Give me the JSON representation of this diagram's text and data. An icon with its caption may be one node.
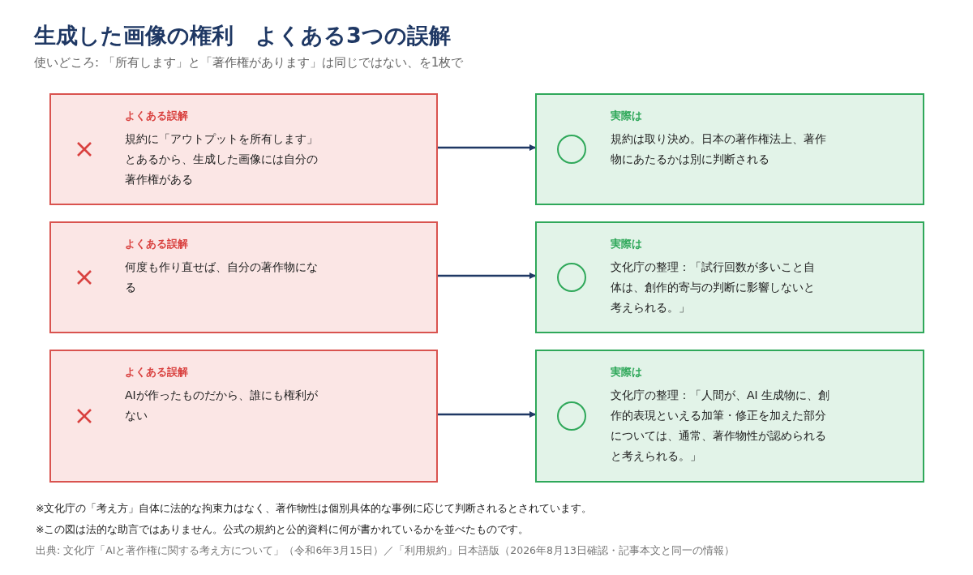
{
  "diagram": {
    "title": "生成した画像の権利　よくある3つの誤解",
    "nodes": [
      {
        "text": [
          "よくある誤解",
          "規約に「アウトプットを所有します」とあるから、生成した画像には自分の著作権がある"
        ]
      },
      {
        "text": [
          "実際は",
          "規約は取り決め。日本の著作権法上、著作物にあたるかは別に判断される"
        ]
      },
      {
        "text": [
          "よくある誤解",
          "何度も作り直せば、自分の著作物になる"
        ]
      },
      {
        "text": [
          "実際は",
          "文化庁の整理：「試行回数が多いこと自体は、創作的寄与の判断に影響しないと考えられる。」"
        ]
      },
      {
        "text": [
          "よくある誤解",
          "AIが作ったものだから、誰にも権利がない"
        ]
      },
      {
        "text": [
          "実際は",
          "文化庁の整理：「人間が、AI 生成物に、創作的表現といえる加筆・修正を加えた部分については、通常、著作物性が認められると考えられる。」"
        ]
      }
    ],
    "edges": [
      {
        "from": 0,
        "to": 1,
        "arrow": "to"
      },
      {
        "from": 2,
        "to": 3,
        "arrow": "to"
      },
      {
        "from": 4,
        "to": 5,
        "arrow": "to"
      }
    ],
    "labels": [
      "使いどころ: 「所有します」と「著作権があります」は同じではない、を1枚で",
      "※文化庁の「考え方」自体に法的な拘束力はなく、著作物性は個別具体的な事例に応じて判断されるとされています。",
      "※この図は法的な助言ではありません。公式の規約と公的資料に何が書かれているかを並べたものです。",
      "出典: 文化庁「AIと著作権に関する考え方について」（令和6年3月15日）／「利用規約」日本語版（2026年8月13日確認・記事本文と同一の情報）"
    ]
  }
}
